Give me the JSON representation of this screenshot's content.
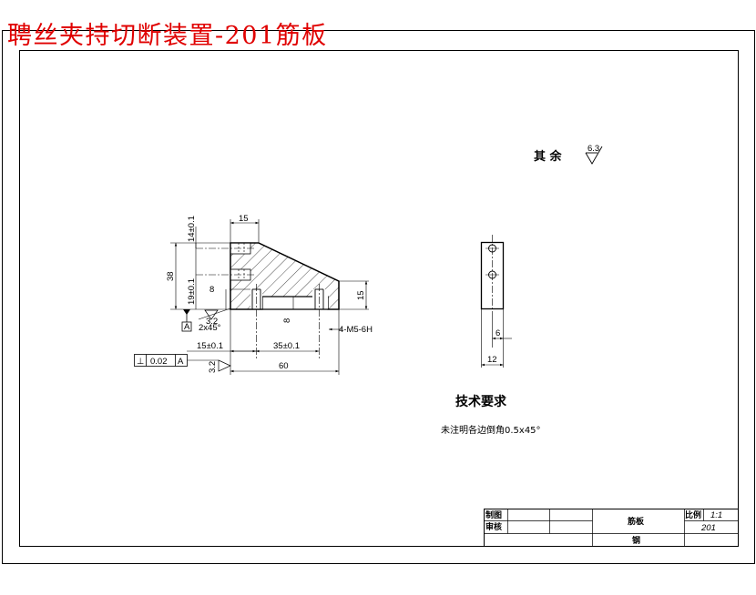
{
  "banner_title": "聘丝夹持切断装置-201筋板",
  "surface_finish": {
    "label": "其 余",
    "value": "6.3"
  },
  "front_view": {
    "dim_top_width": "15",
    "dim_upper_hole": "14±0.1",
    "dim_lower_hole": "19±0.1",
    "dim_height": "38",
    "dim_slot_depth_left": "8",
    "dim_slot_depth_right": "8",
    "dim_right_height": "15",
    "chamfer": "2x45°",
    "thread": "4-M5-6H",
    "finish_small": "3.2",
    "finish_bottom": "3.2",
    "datum_left": "A",
    "dim_left_offset": "15±0.1",
    "dim_hole_spacing": "35±0.1",
    "dim_total_length": "60"
  },
  "tolerance_frame": {
    "symbol": "⊥",
    "value": "0.02",
    "datum": "A"
  },
  "side_view": {
    "dim_inner": "6",
    "dim_width": "12"
  },
  "tech_req": {
    "heading": "技术要求",
    "text": "未注明各边倒角0.5x45°"
  },
  "title_block": {
    "drawn_label": "制图",
    "checked_label": "审核",
    "part_name": "筋板",
    "material": "钢",
    "scale_label": "比例",
    "scale_value": "1:1",
    "drawing_no": "201"
  },
  "colors": {
    "banner": "#e00000",
    "line": "#000000",
    "background": "#ffffff"
  }
}
